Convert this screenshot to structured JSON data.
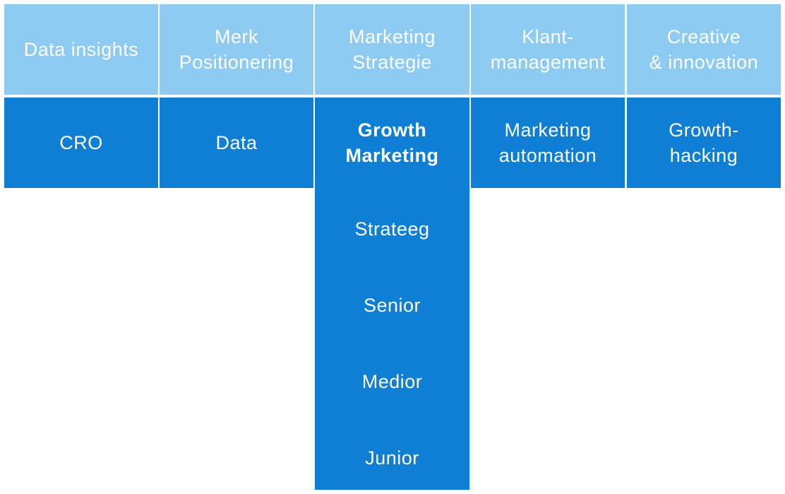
{
  "top_row": [
    {
      "label": "Data insights"
    },
    {
      "label": "Merk\nPositionering"
    },
    {
      "label": "Marketing\nStrategie"
    },
    {
      "label": "Klant-\nmanagement"
    },
    {
      "label": "Creative\n& innovation"
    }
  ],
  "middle_row": [
    {
      "label": "CRO"
    },
    {
      "label": "Data"
    },
    {
      "label": "Growth\nMarketing"
    },
    {
      "label": "Marketing\nautomation"
    },
    {
      "label": "Growth-\nhacking"
    }
  ],
  "levels": [
    {
      "label": "Strateeg"
    },
    {
      "label": "Senior"
    },
    {
      "label": "Medior"
    },
    {
      "label": "Junior"
    }
  ],
  "colors": {
    "light_blue": "#8ecbf3",
    "dark_blue": "#0e7fd5",
    "text": "#ffffff"
  }
}
